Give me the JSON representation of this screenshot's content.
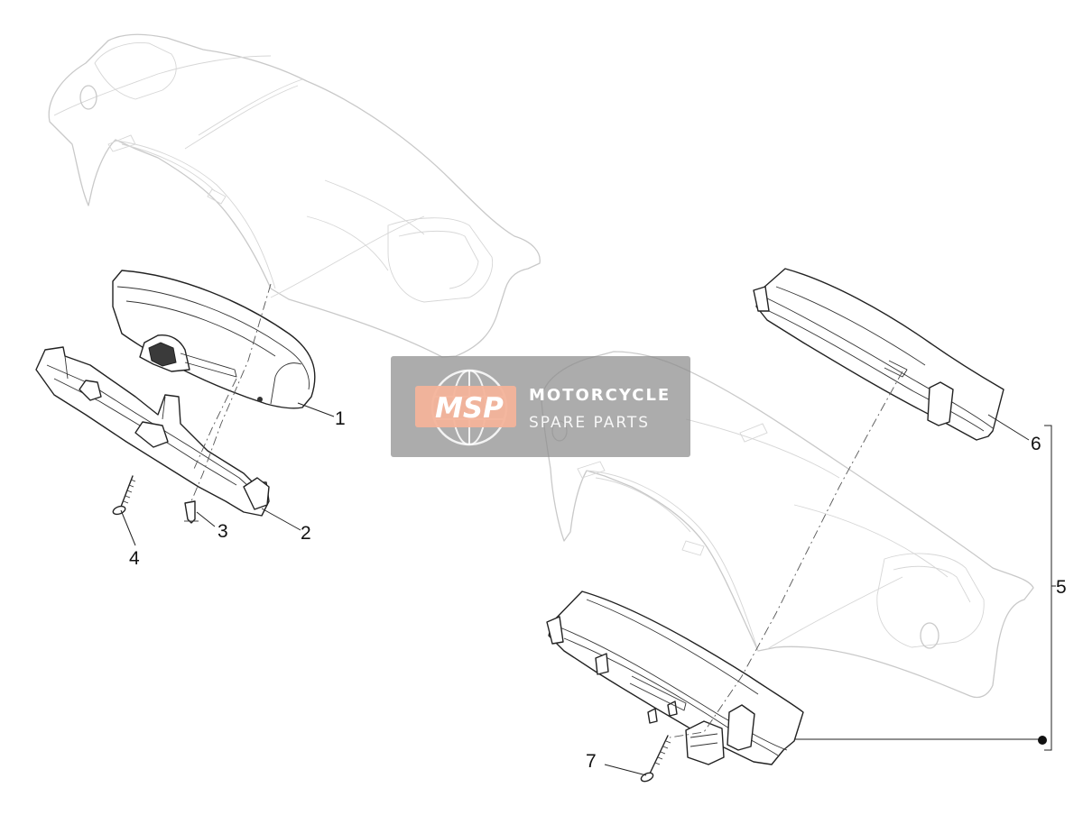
{
  "diagram": {
    "callouts": [
      {
        "id": "1",
        "label": "1"
      },
      {
        "id": "2",
        "label": "2"
      },
      {
        "id": "3",
        "label": "3"
      },
      {
        "id": "4",
        "label": "4"
      },
      {
        "id": "5",
        "label": "5"
      },
      {
        "id": "6",
        "label": "6"
      },
      {
        "id": "7",
        "label": "7"
      }
    ]
  },
  "watermark": {
    "logo_text": "MSP",
    "title": "MOTORCYCLE",
    "subtitle": "SPARE PARTS",
    "colors": {
      "panel": "#8c8c8c",
      "logo_badge": "#f3b39a",
      "text": "#ffffff"
    }
  }
}
